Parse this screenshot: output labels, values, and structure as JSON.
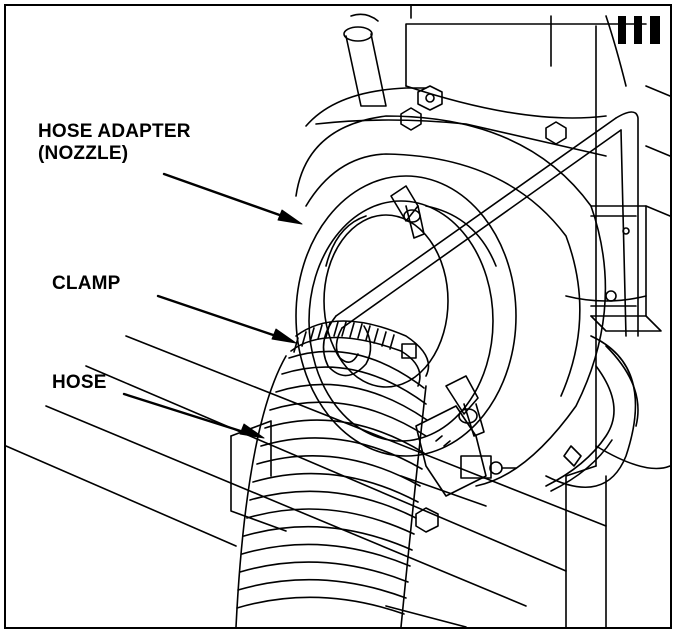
{
  "callouts": {
    "hose_adapter": {
      "line1": "HOSE ADAPTER",
      "line2": "(NOZZLE)"
    },
    "clamp": "CLAMP",
    "hose": "HOSE"
  },
  "colors": {
    "ink": "#000000",
    "paper": "#ffffff"
  }
}
